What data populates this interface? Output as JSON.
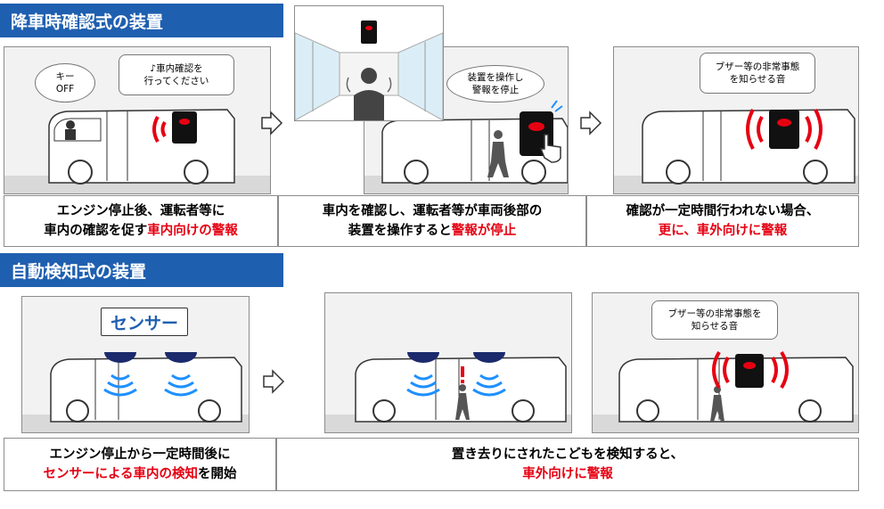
{
  "section1": {
    "title": "降車時確認式の装置",
    "panel1": {
      "bubble_key": [
        "キー",
        "OFF"
      ],
      "bubble_check": [
        "♪車内確認を",
        "行ってください"
      ]
    },
    "panel2": {
      "bubble_operate": [
        "装置を操作し",
        "警報を停止"
      ]
    },
    "panel3": {
      "bubble_buzzer": [
        "ブザー等の非常事態",
        "を知らせる音"
      ]
    },
    "caption1": {
      "line1": "エンジン停止後、運転者等に",
      "line2_black": "車内の確認を促す",
      "line2_red": "車内向けの警報"
    },
    "caption2": {
      "line1": "車内を確認し、運転者等が車両後部の",
      "line2_black": "装置を操作すると",
      "line2_red": "警報が停止"
    },
    "caption3": {
      "line1": "確認が一定時間行われない場合、",
      "line2_red": "更に、車外向けに警報"
    }
  },
  "section2": {
    "title": "自動検知式の装置",
    "panel1": {
      "sensor_label": "センサー"
    },
    "panel3": {
      "bubble_buzzer": [
        "ブザー等の非常事態を",
        "知らせる音"
      ]
    },
    "caption1": {
      "line1": "エンジン停止から一定時間後に",
      "line2_red": "センサーによる車内の検知",
      "line2_black": "を開始"
    },
    "caption2": {
      "line1": "置き去りにされたこどもを検知すると、",
      "line2_red": "車外向けに警報"
    }
  },
  "colors": {
    "header_blue": "#1f5fb0",
    "alert_red": "#e60012",
    "sensor_navy": "#1a2a6c",
    "wave_blue": "#1e90ff"
  }
}
